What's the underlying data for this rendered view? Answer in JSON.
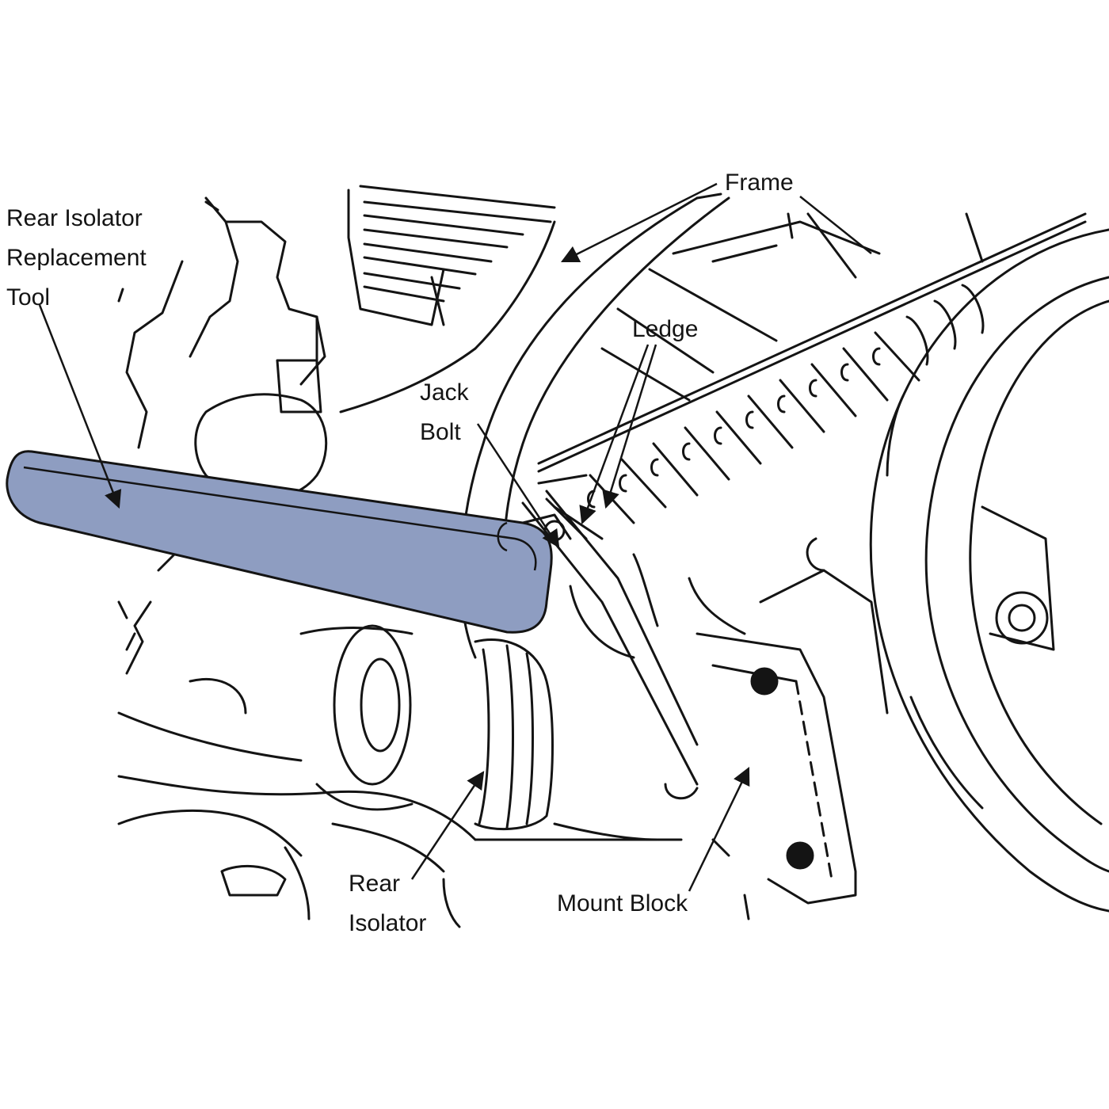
{
  "colors": {
    "line": "#141414",
    "tool_fill": "#8e9dc1",
    "background": "#ffffff"
  },
  "labels": {
    "tool_line1": "Rear Isolator",
    "tool_line2": "Replacement",
    "tool_line3": "Tool",
    "frame": "Frame",
    "ledge": "Ledge",
    "jack_line1": "Jack",
    "jack_line2": "Bolt",
    "rear_isolator_line1": "Rear",
    "rear_isolator_line2": "Isolator",
    "mount_block": "Mount Block"
  }
}
